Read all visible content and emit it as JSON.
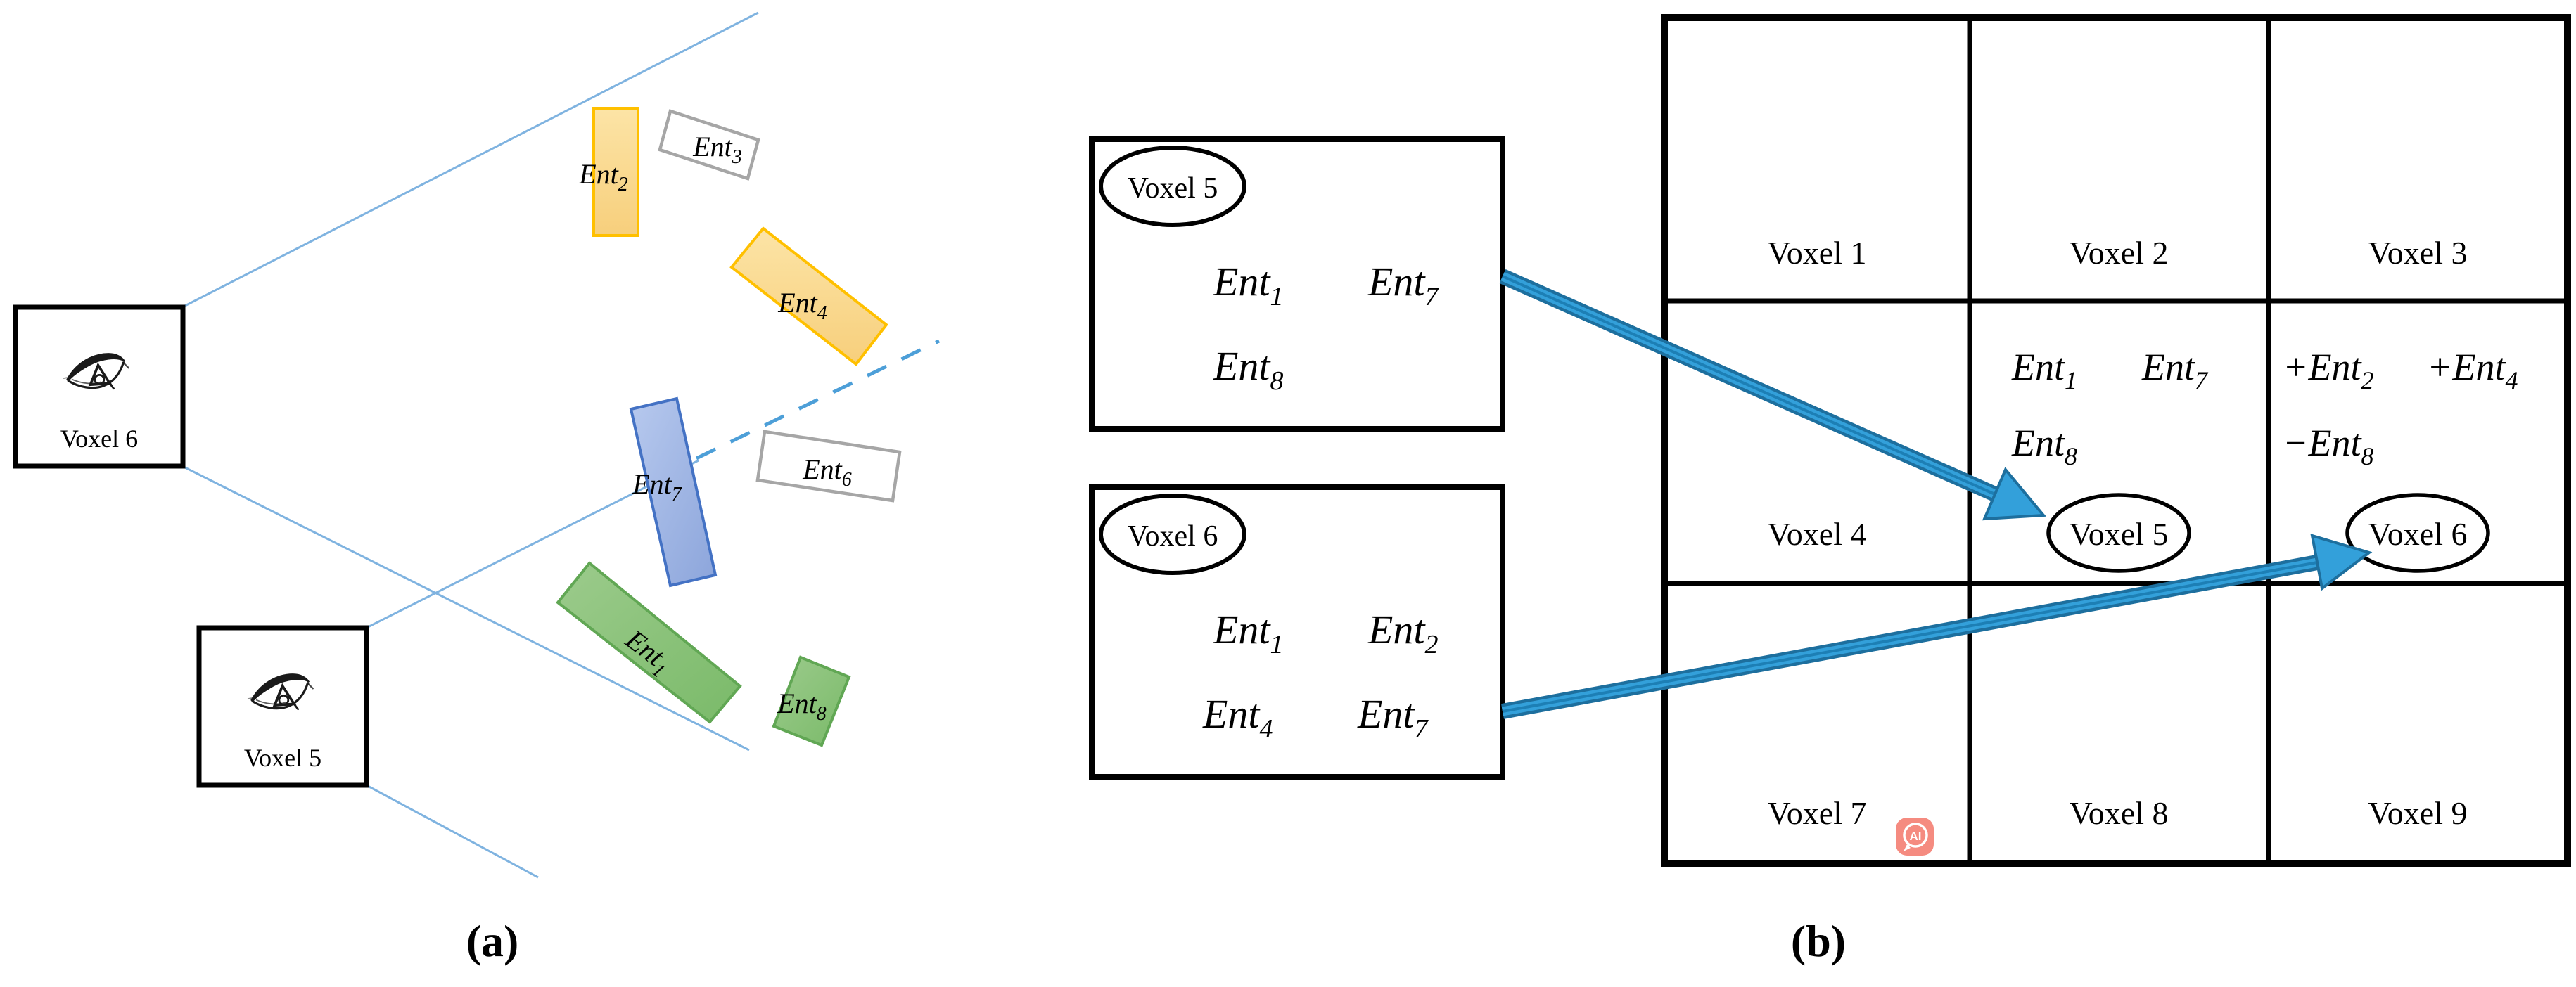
{
  "colors": {
    "gold_light": "#FCE4A6",
    "gold_dark": "#F7CF7C",
    "gold_border": "#FFC000",
    "green_light": "#9CCB8C",
    "green_dark": "#7ABA69",
    "green_border": "#61A754",
    "blue_light": "#B7C9EE",
    "blue_dark": "#8CA5DB",
    "blue_border": "#4472C4",
    "outline_gray": "#A6A6A6",
    "fov_line": "#7FB3E0",
    "dashed_line": "#4D9FD8",
    "arrow_fill": "#33A0DA",
    "arrow_edge": "#1D6F9E",
    "arrow_core": "#1D7FB5",
    "ai_badge": "#F58B80",
    "ink": "#000000"
  },
  "panel_a": {
    "caption": "(a)",
    "viewpoints": [
      {
        "label": "Voxel 6"
      },
      {
        "label": "Voxel 5"
      }
    ],
    "entities": {
      "ent1": {
        "b": "Ent",
        "s": "1",
        "style": "green"
      },
      "ent2": {
        "b": "Ent",
        "s": "2",
        "style": "gold"
      },
      "ent3": {
        "b": "Ent",
        "s": "3",
        "style": "outline"
      },
      "ent4": {
        "b": "Ent",
        "s": "4",
        "style": "gold"
      },
      "ent6": {
        "b": "Ent",
        "s": "6",
        "style": "outline"
      },
      "ent7": {
        "b": "Ent",
        "s": "7",
        "style": "blue"
      },
      "ent8": {
        "b": "Ent",
        "s": "8",
        "style": "green"
      }
    }
  },
  "panel_b": {
    "caption": "(b)",
    "box5": {
      "title": "Voxel 5",
      "l1a": {
        "b": "Ent",
        "s": "1"
      },
      "l1b": {
        "b": "Ent",
        "s": "7"
      },
      "l2a": {
        "b": "Ent",
        "s": "8"
      }
    },
    "box6": {
      "title": "Voxel 6",
      "l1a": {
        "b": "Ent",
        "s": "1"
      },
      "l1b": {
        "b": "Ent",
        "s": "2"
      },
      "l2a": {
        "b": "Ent",
        "s": "4"
      },
      "l2b": {
        "b": "Ent",
        "s": "7"
      }
    },
    "grid": {
      "labels": [
        "Voxel 1",
        "Voxel 2",
        "Voxel 3",
        "Voxel 4",
        "Voxel 5",
        "Voxel 6",
        "Voxel 7",
        "Voxel 8",
        "Voxel 9"
      ],
      "cell5": {
        "l1a": {
          "b": "Ent",
          "s": "1"
        },
        "l1b": {
          "b": "Ent",
          "s": "7"
        },
        "l2a": {
          "b": "Ent",
          "s": "8"
        }
      },
      "cell6": {
        "l1a": {
          "p": "+",
          "b": "Ent",
          "s": "2"
        },
        "l1b": {
          "p": "+",
          "b": "Ent",
          "s": "4"
        },
        "l2a": {
          "p": "−",
          "b": "Ent",
          "s": "8"
        }
      }
    }
  },
  "watermark": {
    "label": "AI"
  }
}
